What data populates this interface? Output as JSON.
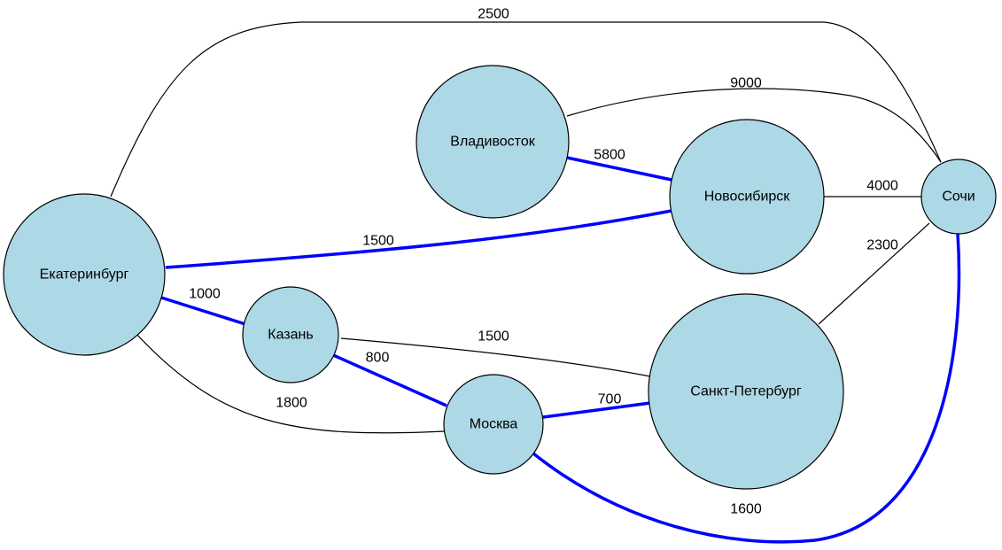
{
  "colors": {
    "node_fill": "#add8e6",
    "node_stroke": "#000000",
    "edge_default": "#000000",
    "edge_highlight": "#0000ff",
    "background": "#ffffff"
  },
  "nodes": [
    {
      "id": "ekb",
      "label": "Екатеринбург"
    },
    {
      "id": "vlad",
      "label": "Владивосток"
    },
    {
      "id": "nsk",
      "label": "Новосибирск"
    },
    {
      "id": "sochi",
      "label": "Сочи"
    },
    {
      "id": "kazan",
      "label": "Казань"
    },
    {
      "id": "msk",
      "label": "Москва"
    },
    {
      "id": "spb",
      "label": "Санкт-Петербург"
    }
  ],
  "edges": [
    {
      "id": "ekb-sochi",
      "source": "ekb",
      "target": "sochi",
      "label": "2500",
      "highlighted": false
    },
    {
      "id": "vlad-sochi",
      "source": "vlad",
      "target": "sochi",
      "label": "9000",
      "highlighted": false
    },
    {
      "id": "vlad-nsk",
      "source": "vlad",
      "target": "nsk",
      "label": "5800",
      "highlighted": true
    },
    {
      "id": "nsk-sochi",
      "source": "nsk",
      "target": "sochi",
      "label": "4000",
      "highlighted": false
    },
    {
      "id": "ekb-nsk",
      "source": "ekb",
      "target": "nsk",
      "label": "1500",
      "highlighted": true
    },
    {
      "id": "spb-sochi",
      "source": "spb",
      "target": "sochi",
      "label": "2300",
      "highlighted": false
    },
    {
      "id": "ekb-kazan",
      "source": "ekb",
      "target": "kazan",
      "label": "1000",
      "highlighted": true
    },
    {
      "id": "kazan-spb",
      "source": "kazan",
      "target": "spb",
      "label": "1500",
      "highlighted": false
    },
    {
      "id": "kazan-msk",
      "source": "kazan",
      "target": "msk",
      "label": "800",
      "highlighted": true
    },
    {
      "id": "ekb-msk",
      "source": "ekb",
      "target": "msk",
      "label": "1800",
      "highlighted": false
    },
    {
      "id": "msk-spb",
      "source": "msk",
      "target": "spb",
      "label": "700",
      "highlighted": true
    },
    {
      "id": "msk-sochi",
      "source": "msk",
      "target": "sochi",
      "label": "1600",
      "highlighted": true
    }
  ]
}
